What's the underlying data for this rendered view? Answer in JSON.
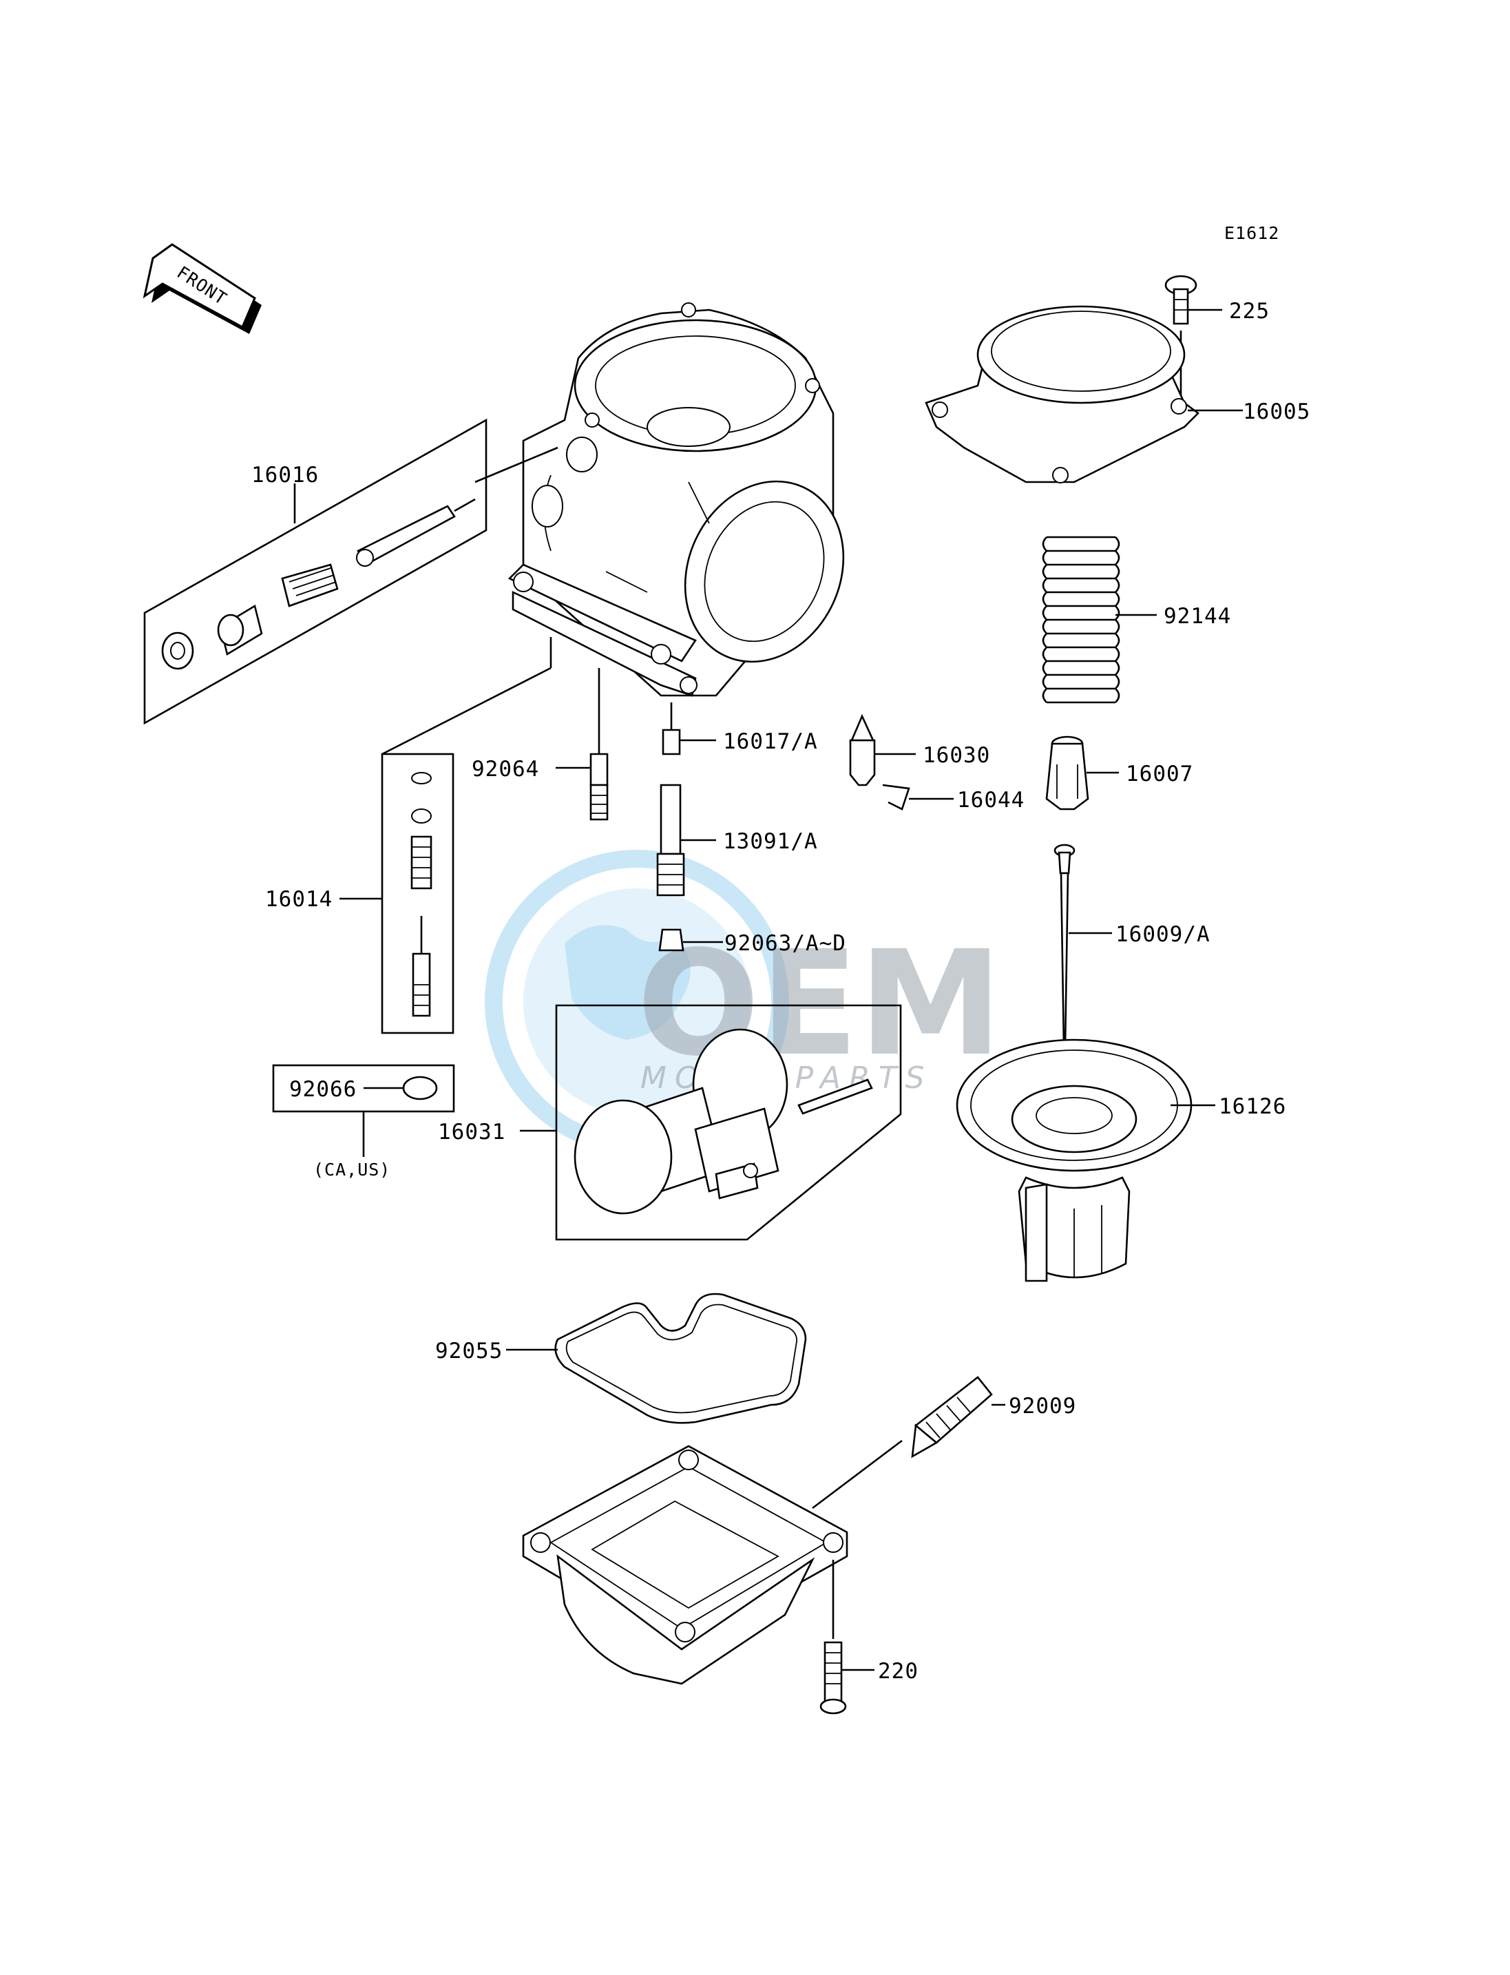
{
  "diagram_code": "E1612",
  "front_label": "FRONT",
  "region_note": "(CA,US)",
  "watermark": {
    "main": "OEM",
    "sub": "MOTORPARTS"
  },
  "parts": {
    "p225": "225",
    "p16005": "16005",
    "p92144": "92144",
    "p16007": "16007",
    "p16009": "16009/A",
    "p16126": "16126",
    "p16016": "16016",
    "p16014": "16014",
    "p92066": "92066",
    "p92064": "92064",
    "p16017": "16017/A",
    "p16030": "16030",
    "p16044": "16044",
    "p13091": "13091/A",
    "p92063": "92063/A~D",
    "p16031": "16031",
    "p92055": "92055",
    "p92009": "92009",
    "p220": "220"
  },
  "colors": {
    "line": "#000000",
    "watermark_blue": "#3fa9e6",
    "watermark_gray": "#9aa3ad"
  }
}
